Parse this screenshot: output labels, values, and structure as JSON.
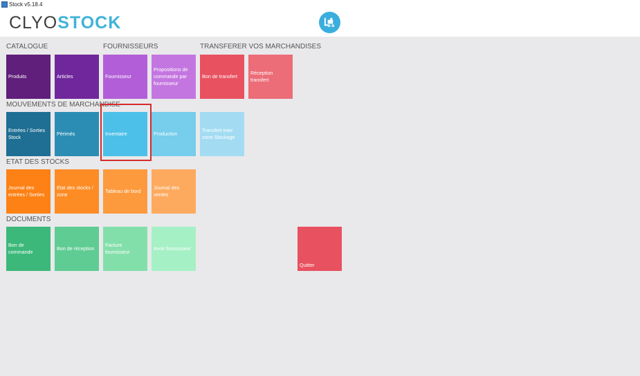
{
  "window": {
    "title": "Stock v5.18.4"
  },
  "header": {
    "logo_part1": "CLYO",
    "logo_part2": "STOCK",
    "action_icon": "forklift-icon"
  },
  "sections": {
    "catalogue": "CATALOGUE",
    "fournisseurs": "FOURNISSEURS",
    "transferer": "TRANSFERER VOS MARCHANDISES",
    "mouvements": "MOUVEMENTS DE MARCHANDISE",
    "etat": "ETAT DES STOCKS",
    "documents": "DOCUMENTS"
  },
  "tiles": {
    "produits": "Produits",
    "articles": "Articles",
    "fournisseur": "Fournisseur",
    "propositions": "Propositions de commande par fournisseur",
    "bon_transfert": "Bon de transfert",
    "reception_transfert": "Réception transfert",
    "entrees_sorties": "Entrées / Sorties Stock",
    "perimes": "Périmés",
    "inventaire": "Inventaire",
    "production": "Production",
    "transfert_inter": "Transfert inter zone Stockage",
    "journal_entrees": "Journal des entrées / Sorties",
    "etat_stocks_zone": "Etat des stocks / zone",
    "tableau_bord": "Tableau de bord",
    "journal_ventes": "Journal des ventes",
    "bon_commande": "Bon de commande",
    "bon_reception": "Bon de réception",
    "facture_fournisseur": "Facture fournisseur",
    "avoir_fournisseur": "Avoir fournisseur",
    "quitter": "Quitter"
  },
  "colors": {
    "catalogue": "#5f1f7a",
    "articles": "#70279b",
    "fournisseur": "#b25ed8",
    "propositions": "#c476e0",
    "bon_transfert": "#e8515f",
    "reception_transfert": "#ec6d78",
    "entrees": "#1f6e93",
    "perimes": "#2b8db4",
    "inventaire": "#4cc0e8",
    "production": "#76cdec",
    "transfert_inter": "#a3dcf2",
    "orange1": "#fd8114",
    "orange2": "#fd8c25",
    "orange3": "#fd9a3d",
    "orange4": "#fdaa5e",
    "green1": "#3cb87a",
    "green2": "#5fcc93",
    "green3": "#83dfaa",
    "green4": "#a6f0c6",
    "quitter": "#e8515f"
  }
}
